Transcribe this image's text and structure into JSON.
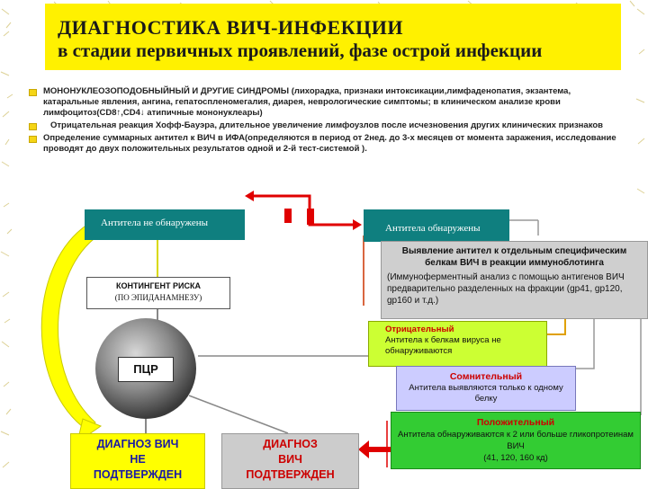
{
  "title": {
    "line1": "ДИАГНОСТИКА  ВИЧ-ИНФЕКЦИИ",
    "line2": "в стадии первичных проявлений, фазе острой инфекции"
  },
  "bullets": [
    "МОНОНУКЛЕОЗОПОДОБНЫЙНЫЙ  И ДРУГИЕ СИНДРОМЫ (лихорадка, признаки интоксикации,лимфаденопатия, экзантема, катаральные явления, ангина, гепатоспленомегалия, диарея, неврологические симптомы; в клиническом анализе крови лимфоцитоз(CD8↑,CD4↓ атипичные мононуклеары)",
    "Отрицательная реакция Хофф-Бауэра, длительное увеличение лимфоузлов после исчезновения других клинических признаков",
    "Определение суммарных антител к ВИЧ в ИФА(определяются в период от 2нед. до 3-х месяцев от момента заражения, исследование проводят до двух положительных результатов  одной и 2-й тест-системой )."
  ],
  "flow": {
    "antibodies_not_found": "Антитела не обнаружены",
    "antibodies_found": "Антитела  обнаружены",
    "detection": {
      "heading": "Выявление антител к отдельным специфическим белкам ВИЧ в реакции иммуноблотинга",
      "body": "(Иммуноферментный анализ с помощью антигенов ВИЧ предварительно разделенных на фракции (gp41, gp120, gp160 и т.д.)"
    },
    "risk": {
      "line1": "КОНТИНГЕНТ РИСКА",
      "line2": "(ПО ЭПИДАНАМНЕЗУ)"
    },
    "pcr": "ПЦР",
    "negative": {
      "heading": "Отрицательный",
      "body": "Антитела  к белкам вируса не обнаруживаются"
    },
    "doubtful": {
      "heading": "Сомнительный",
      "body": "Антитела выявляются только к одному белку"
    },
    "positive": {
      "heading": "Положительный",
      "body": "Антитела обнаруживаются к  2 или больше гликопротеинам ВИЧ",
      "proteins": "(41, 120, 160 кд)"
    },
    "dx_not_confirmed": [
      "ДИАГНОЗ ВИЧ",
      "НЕ",
      "ПОДТВЕРЖДЕН"
    ],
    "dx_confirmed": [
      "ДИАГНОЗ",
      "ВИЧ",
      "ПОДТВЕРЖДЕН"
    ]
  },
  "colors": {
    "title_bg": "#fff100",
    "teal": "#0f7f7f",
    "red_arrow": "#e00000",
    "yellow_arrow": "#ffff00",
    "circle_gray": "#8a8a8a"
  }
}
